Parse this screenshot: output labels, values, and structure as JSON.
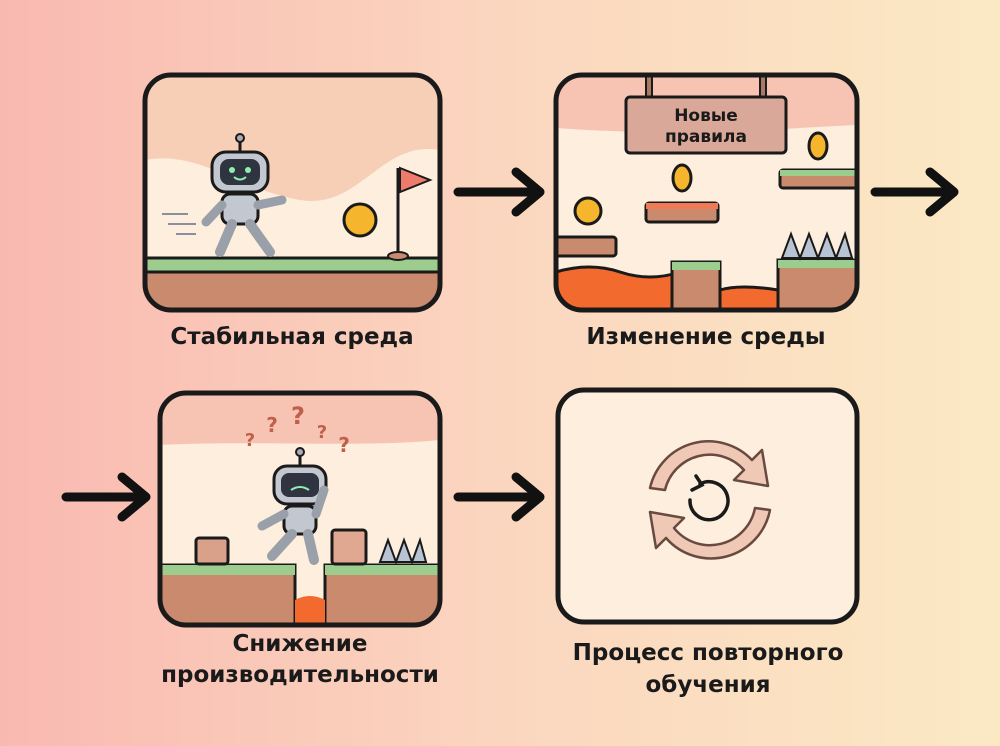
{
  "steps": [
    {
      "label": "Стабильная среда"
    },
    {
      "label": "Изменение среды",
      "sign_line1": "Новые",
      "sign_line2": "правила"
    },
    {
      "label_line1": "Снижение",
      "label_line2": "производительности",
      "confusion": "?"
    },
    {
      "label_line1": "Процесс повторного",
      "label_line2": "обучения"
    }
  ],
  "colors": {
    "outline": "#1a1a1a",
    "panel": "#fdeedd",
    "ground": "#c98a6e",
    "grass": "#9ccc8e",
    "lava": "#f36a2e",
    "coin": "#f5b52c",
    "arrow": "#111111"
  }
}
